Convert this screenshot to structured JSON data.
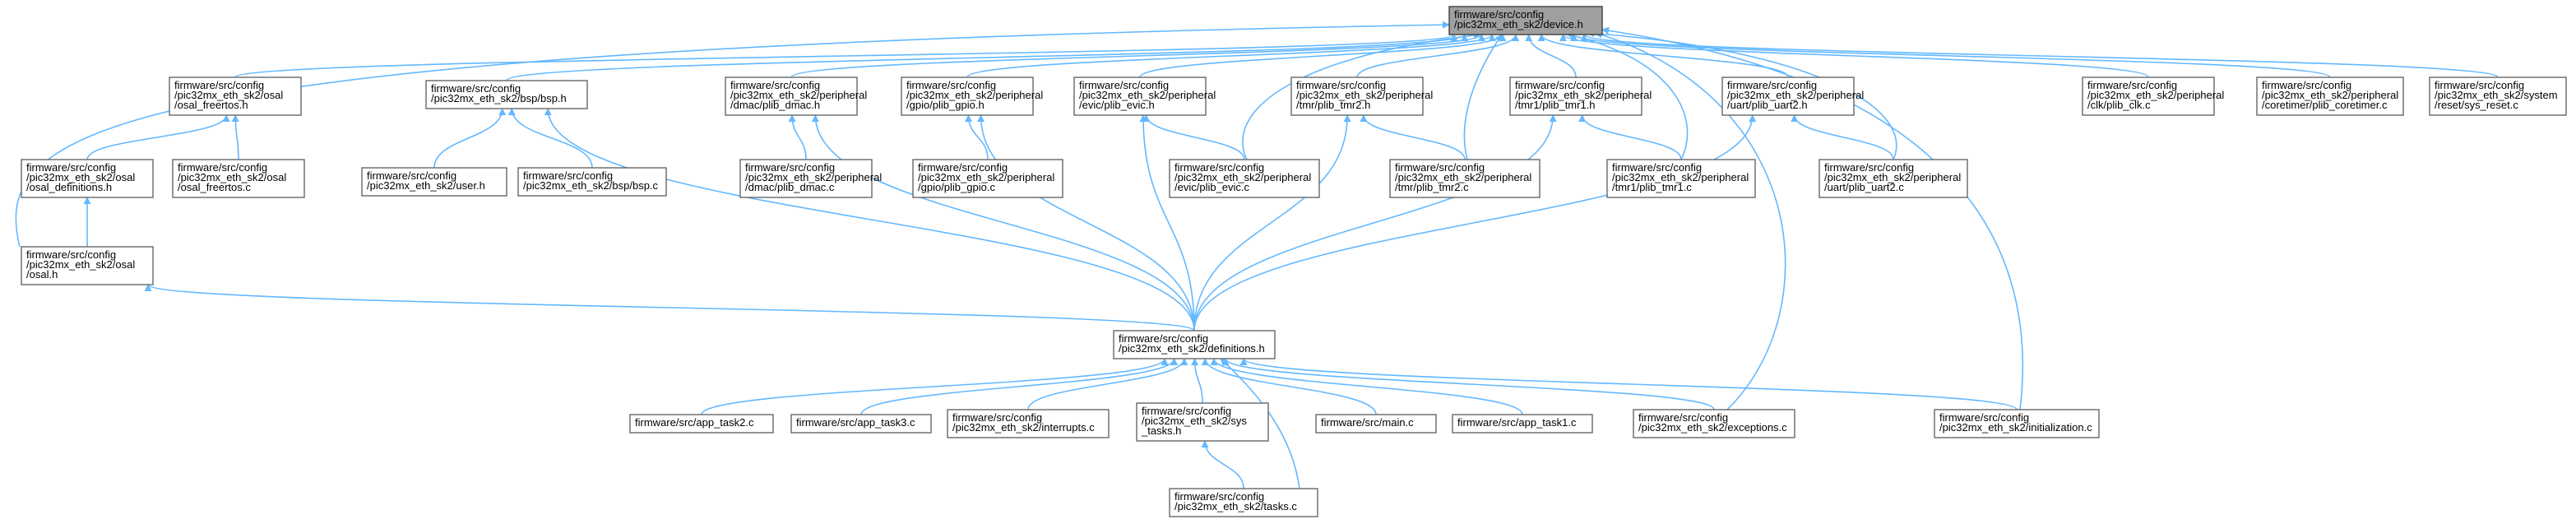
{
  "colors": {
    "edge": "#63b8ff",
    "node_border": "#666666",
    "root_fill": "#a0a0a0",
    "root_border": "#3f3f3f"
  },
  "nodes": [
    {
      "id": "device_h",
      "root": true,
      "lines": [
        "firmware/src/config",
        "/pic32mx_eth_sk2/device.h"
      ]
    },
    {
      "id": "osal_freertos_h",
      "lines": [
        "firmware/src/config",
        "/pic32mx_eth_sk2/osal",
        "/osal_freertos.h"
      ]
    },
    {
      "id": "bsp_h",
      "lines": [
        "firmware/src/config",
        "/pic32mx_eth_sk2/bsp/bsp.h"
      ]
    },
    {
      "id": "plib_dmac_h",
      "lines": [
        "firmware/src/config",
        "/pic32mx_eth_sk2/peripheral",
        "/dmac/plib_dmac.h"
      ]
    },
    {
      "id": "plib_gpio_h",
      "lines": [
        "firmware/src/config",
        "/pic32mx_eth_sk2/peripheral",
        "/gpio/plib_gpio.h"
      ]
    },
    {
      "id": "plib_evic_h",
      "lines": [
        "firmware/src/config",
        "/pic32mx_eth_sk2/peripheral",
        "/evic/plib_evic.h"
      ]
    },
    {
      "id": "plib_tmr2_h",
      "lines": [
        "firmware/src/config",
        "/pic32mx_eth_sk2/peripheral",
        "/tmr/plib_tmr2.h"
      ]
    },
    {
      "id": "plib_tmr1_h",
      "lines": [
        "firmware/src/config",
        "/pic32mx_eth_sk2/peripheral",
        "/tmr1/plib_tmr1.h"
      ]
    },
    {
      "id": "plib_uart2_h",
      "lines": [
        "firmware/src/config",
        "/pic32mx_eth_sk2/peripheral",
        "/uart/plib_uart2.h"
      ]
    },
    {
      "id": "plib_clk_c",
      "lines": [
        "firmware/src/config",
        "/pic32mx_eth_sk2/peripheral",
        "/clk/plib_clk.c"
      ]
    },
    {
      "id": "plib_coretimer_c",
      "lines": [
        "firmware/src/config",
        "/pic32mx_eth_sk2/peripheral",
        "/coretimer/plib_coretimer.c"
      ]
    },
    {
      "id": "sys_reset_c",
      "lines": [
        "firmware/src/config",
        "/pic32mx_eth_sk2/system",
        "/reset/sys_reset.c"
      ]
    },
    {
      "id": "osal_definitions_h",
      "lines": [
        "firmware/src/config",
        "/pic32mx_eth_sk2/osal",
        "/osal_definitions.h"
      ]
    },
    {
      "id": "osal_freertos_c",
      "lines": [
        "firmware/src/config",
        "/pic32mx_eth_sk2/osal",
        "/osal_freertos.c"
      ]
    },
    {
      "id": "user_h",
      "lines": [
        "firmware/src/config",
        "/pic32mx_eth_sk2/user.h"
      ]
    },
    {
      "id": "bsp_c",
      "lines": [
        "firmware/src/config",
        "/pic32mx_eth_sk2/bsp/bsp.c"
      ]
    },
    {
      "id": "plib_dmac_c",
      "lines": [
        "firmware/src/config",
        "/pic32mx_eth_sk2/peripheral",
        "/dmac/plib_dmac.c"
      ]
    },
    {
      "id": "plib_gpio_c",
      "lines": [
        "firmware/src/config",
        "/pic32mx_eth_sk2/peripheral",
        "/gpio/plib_gpio.c"
      ]
    },
    {
      "id": "plib_evic_c",
      "lines": [
        "firmware/src/config",
        "/pic32mx_eth_sk2/peripheral",
        "/evic/plib_evic.c"
      ]
    },
    {
      "id": "plib_tmr2_c",
      "lines": [
        "firmware/src/config",
        "/pic32mx_eth_sk2/peripheral",
        "/tmr/plib_tmr2.c"
      ]
    },
    {
      "id": "plib_tmr1_c",
      "lines": [
        "firmware/src/config",
        "/pic32mx_eth_sk2/peripheral",
        "/tmr1/plib_tmr1.c"
      ]
    },
    {
      "id": "plib_uart2_c",
      "lines": [
        "firmware/src/config",
        "/pic32mx_eth_sk2/peripheral",
        "/uart/plib_uart2.c"
      ]
    },
    {
      "id": "osal_h",
      "lines": [
        "firmware/src/config",
        "/pic32mx_eth_sk2/osal",
        "/osal.h"
      ]
    },
    {
      "id": "definitions_h",
      "lines": [
        "firmware/src/config",
        "/pic32mx_eth_sk2/definitions.h"
      ]
    },
    {
      "id": "app_task2_c",
      "lines": [
        "firmware/src/app_task2.c"
      ]
    },
    {
      "id": "app_task3_c",
      "lines": [
        "firmware/src/app_task3.c"
      ]
    },
    {
      "id": "interrupts_c",
      "lines": [
        "firmware/src/config",
        "/pic32mx_eth_sk2/interrupts.c"
      ]
    },
    {
      "id": "sys_tasks_h",
      "lines": [
        "firmware/src/config",
        "/pic32mx_eth_sk2/sys",
        "_tasks.h"
      ]
    },
    {
      "id": "main_c",
      "lines": [
        "firmware/src/main.c"
      ]
    },
    {
      "id": "app_task1_c",
      "lines": [
        "firmware/src/app_task1.c"
      ]
    },
    {
      "id": "exceptions_c",
      "lines": [
        "firmware/src/config",
        "/pic32mx_eth_sk2/exceptions.c"
      ]
    },
    {
      "id": "initialization_c",
      "lines": [
        "firmware/src/config",
        "/pic32mx_eth_sk2/initialization.c"
      ]
    },
    {
      "id": "tasks_c",
      "lines": [
        "firmware/src/config",
        "/pic32mx_eth_sk2/tasks.c"
      ]
    }
  ],
  "edges": [
    [
      "osal_freertos_h",
      "device_h"
    ],
    [
      "bsp_h",
      "device_h"
    ],
    [
      "plib_dmac_h",
      "device_h"
    ],
    [
      "plib_gpio_h",
      "device_h"
    ],
    [
      "plib_evic_h",
      "device_h"
    ],
    [
      "plib_tmr2_h",
      "device_h"
    ],
    [
      "plib_tmr1_h",
      "device_h"
    ],
    [
      "plib_uart2_h",
      "device_h"
    ],
    [
      "plib_clk_c",
      "device_h"
    ],
    [
      "plib_coretimer_c",
      "device_h"
    ],
    [
      "sys_reset_c",
      "device_h"
    ],
    [
      "osal_h",
      "device_h"
    ],
    [
      "plib_evic_c",
      "device_h"
    ],
    [
      "plib_tmr2_c",
      "device_h"
    ],
    [
      "plib_tmr1_c",
      "device_h"
    ],
    [
      "plib_uart2_c",
      "device_h"
    ],
    [
      "exceptions_c",
      "device_h"
    ],
    [
      "initialization_c",
      "device_h"
    ],
    [
      "osal_definitions_h",
      "osal_freertos_h"
    ],
    [
      "osal_freertos_c",
      "osal_freertos_h"
    ],
    [
      "osal_h",
      "osal_definitions_h"
    ],
    [
      "user_h",
      "bsp_h"
    ],
    [
      "bsp_c",
      "bsp_h"
    ],
    [
      "definitions_h",
      "bsp_h"
    ],
    [
      "plib_dmac_c",
      "plib_dmac_h"
    ],
    [
      "definitions_h",
      "plib_dmac_h"
    ],
    [
      "plib_gpio_c",
      "plib_gpio_h"
    ],
    [
      "definitions_h",
      "plib_gpio_h"
    ],
    [
      "plib_evic_c",
      "plib_evic_h"
    ],
    [
      "definitions_h",
      "plib_evic_h"
    ],
    [
      "plib_tmr2_c",
      "plib_tmr2_h"
    ],
    [
      "definitions_h",
      "plib_tmr2_h"
    ],
    [
      "plib_tmr1_c",
      "plib_tmr1_h"
    ],
    [
      "definitions_h",
      "plib_tmr1_h"
    ],
    [
      "plib_uart2_c",
      "plib_uart2_h"
    ],
    [
      "definitions_h",
      "plib_uart2_h"
    ],
    [
      "definitions_h",
      "osal_h"
    ],
    [
      "app_task2_c",
      "definitions_h"
    ],
    [
      "app_task3_c",
      "definitions_h"
    ],
    [
      "interrupts_c",
      "definitions_h"
    ],
    [
      "sys_tasks_h",
      "definitions_h"
    ],
    [
      "main_c",
      "definitions_h"
    ],
    [
      "app_task1_c",
      "definitions_h"
    ],
    [
      "exceptions_c",
      "definitions_h"
    ],
    [
      "initialization_c",
      "definitions_h"
    ],
    [
      "tasks_c",
      "definitions_h"
    ],
    [
      "tasks_c",
      "sys_tasks_h"
    ]
  ]
}
